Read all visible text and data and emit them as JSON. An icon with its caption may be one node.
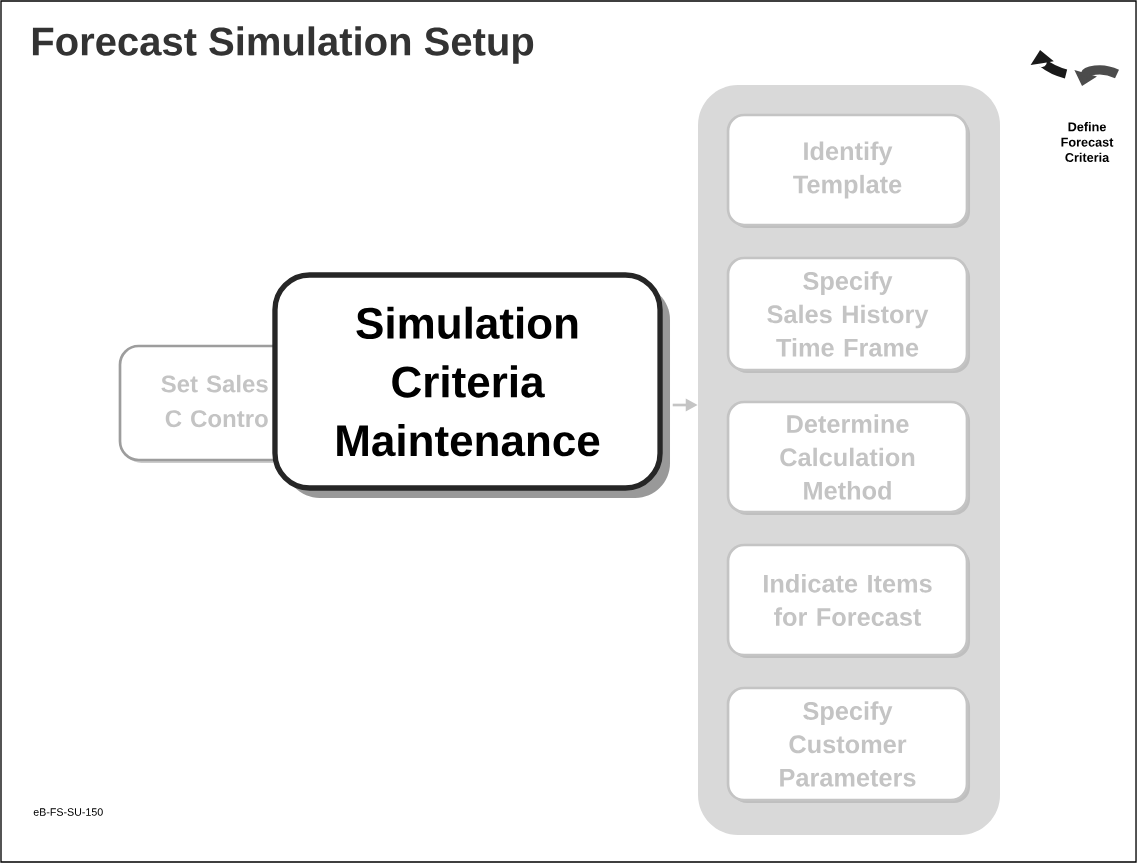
{
  "diagram": {
    "title": "Forecast Simulation Setup",
    "nodes": [
      {
        "text": [],
        "shape": "box"
      },
      {
        "text": [
          "Identify Template"
        ],
        "in": 0
      },
      {
        "text": [
          "Specify Sales History Time Frame"
        ],
        "in": 0
      },
      {
        "text": [
          "Determine Calculation Method"
        ],
        "in": 0
      },
      {
        "text": [
          "Indicate Items for Forecast"
        ],
        "in": 0
      },
      {
        "text": [
          "Specify Customer Parameters"
        ],
        "in": 0
      },
      {
        "text": [
          "Set Sales C Contro"
        ]
      },
      {
        "text": [
          "Simulation Criteria Maintenance"
        ]
      }
    ],
    "edges": [
      {
        "from": 7,
        "to": 0,
        "arrow": "to"
      }
    ],
    "labels": [
      "Define Forecast Criteria",
      "eB-FS-SU-150"
    ]
  }
}
